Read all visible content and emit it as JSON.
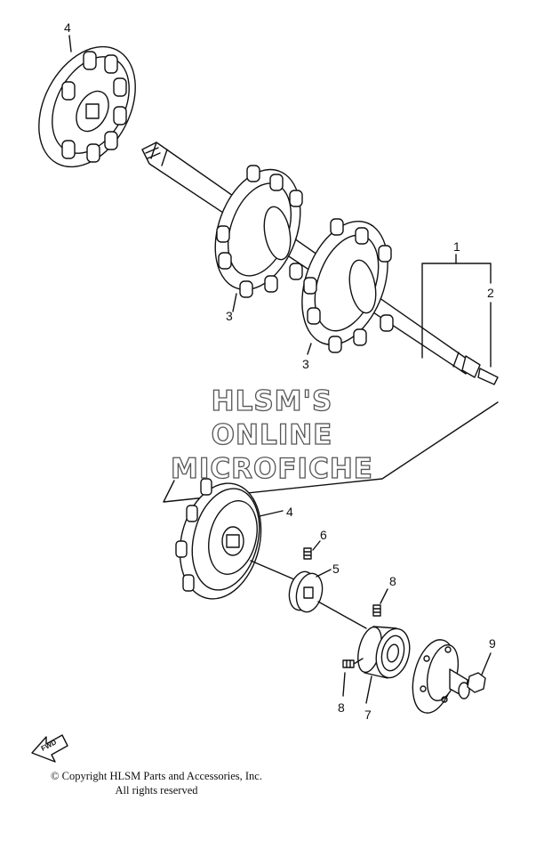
{
  "watermark": {
    "line1": "HLSM'S",
    "line2": "ONLINE",
    "line3": "MICROFICHE"
  },
  "callouts": {
    "c1": "1",
    "c2": "2",
    "c3a": "3",
    "c3b": "3",
    "c4a": "4",
    "c4b": "4",
    "c5": "5",
    "c6": "6",
    "c7": "7",
    "c8a": "8",
    "c8b": "8",
    "c9": "9"
  },
  "fwd_label": "FWD",
  "copyright": {
    "line1": "© Copyright HLSM Parts and Accessories, Inc.",
    "line2": "All rights reserved"
  },
  "colors": {
    "line": "#111111",
    "watermark_outline": "#555555"
  }
}
